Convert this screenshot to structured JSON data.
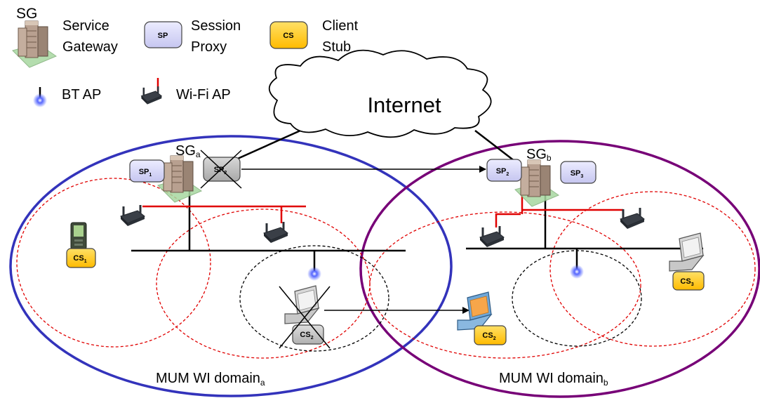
{
  "legend": {
    "sg_abbr": "SG",
    "sg_line1": "Service",
    "sg_line2": "Gateway",
    "sp_abbr": "SP",
    "sp_line1": "Session",
    "sp_line2": "Proxy",
    "cs_abbr": "CS",
    "cs_line1": "Client",
    "cs_line2": "Stub",
    "bt_label": "BT AP",
    "wifi_label": "Wi-Fi AP"
  },
  "cloud_label": "Internet",
  "domain_a": {
    "sg_label": "SG",
    "sg_sub": "a",
    "sp_left": {
      "text": "SP",
      "sub": "1"
    },
    "sp_right": {
      "text": "SP",
      "sub": "2"
    },
    "cs_left": {
      "text": "CS",
      "sub": "1"
    },
    "cs_moving": {
      "text": "CS",
      "sub": "2"
    },
    "label": "MUM WI domain",
    "label_sub": "a"
  },
  "domain_b": {
    "sg_label": "SG",
    "sg_sub": "b",
    "sp_left": {
      "text": "SP",
      "sub": "2"
    },
    "sp_right": {
      "text": "SP",
      "sub": "3"
    },
    "cs_right": {
      "text": "CS",
      "sub": "3"
    },
    "cs_arrived": {
      "text": "CS",
      "sub": "2"
    },
    "label": "MUM WI domain",
    "label_sub": "b"
  },
  "colors": {
    "sp_fill": "#d5d5f5",
    "sp_fill_removed": "#b8b8b8",
    "cs_fill": "#ffcc00",
    "domain_a_ring": "#3333bb",
    "domain_b_ring": "#770077",
    "wifi_link": "#e00000",
    "bt_glow": "#3344ff"
  }
}
